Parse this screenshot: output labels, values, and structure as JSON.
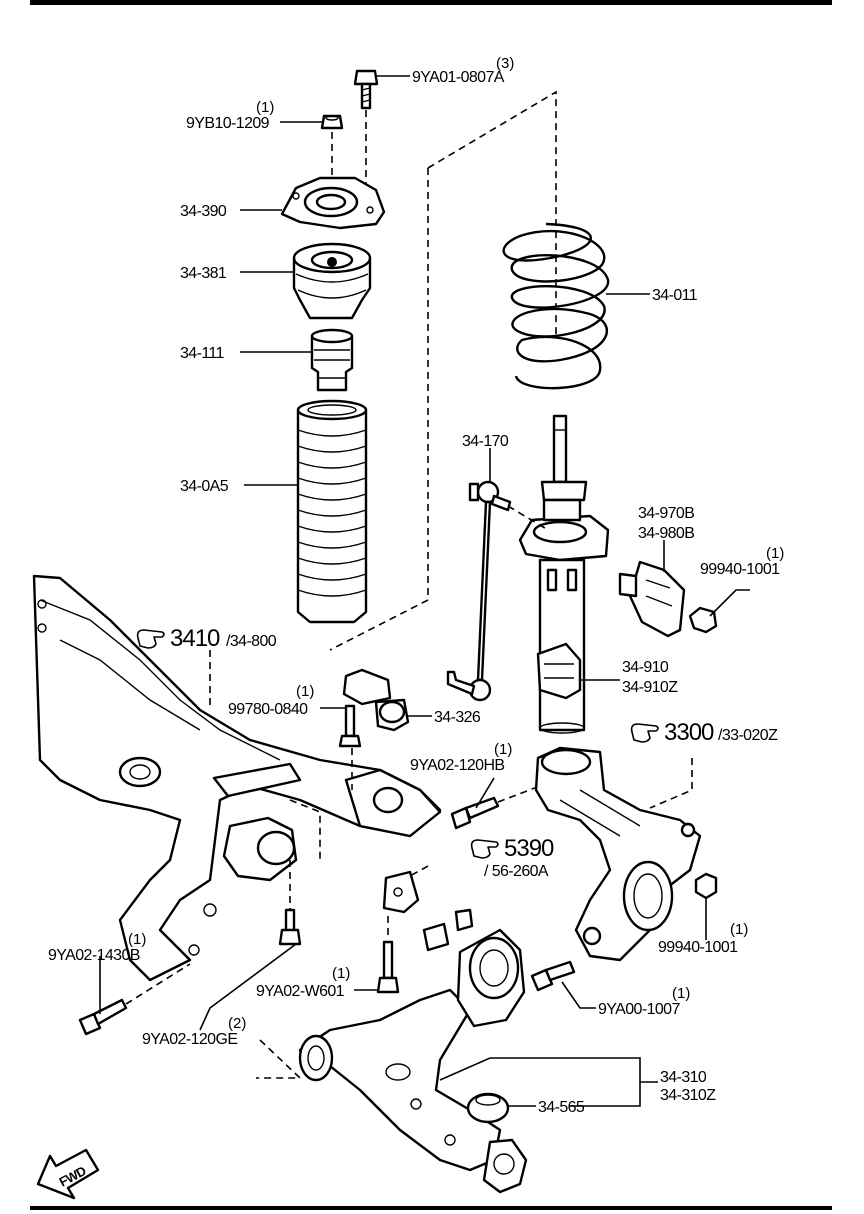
{
  "parts": {
    "p_9ya01_0807a": {
      "code": "9YA01-0807A",
      "qty": "(3)"
    },
    "p_9yb10_1209": {
      "code": "9YB10-1209",
      "qty": "(1)"
    },
    "p_34_390": {
      "code": "34-390"
    },
    "p_34_381": {
      "code": "34-381"
    },
    "p_34_111": {
      "code": "34-111"
    },
    "p_34_0a5": {
      "code": "34-0A5"
    },
    "p_34_011": {
      "code": "34-011"
    },
    "p_34_170": {
      "code": "34-170"
    },
    "p_34_970b": {
      "code": "34-970B"
    },
    "p_34_980b": {
      "code": "34-980B"
    },
    "p_99940_1001_top": {
      "code": "99940-1001",
      "qty": "(1)"
    },
    "p_34_910": {
      "code": "34-910"
    },
    "p_34_910z": {
      "code": "34-910Z"
    },
    "p_99780_0840": {
      "code": "99780-0840",
      "qty": "(1)"
    },
    "p_34_326": {
      "code": "34-326"
    },
    "p_9ya02_120hb": {
      "code": "9YA02-120HB",
      "qty": "(1)"
    },
    "p_9ya02_1430b": {
      "code": "9YA02-1430B",
      "qty": "(1)"
    },
    "p_9ya02_w601": {
      "code": "9YA02-W601",
      "qty": "(1)"
    },
    "p_9ya02_120ge": {
      "code": "9YA02-120GE",
      "qty": "(2)"
    },
    "p_99940_1001_bot": {
      "code": "99940-1001",
      "qty": "(1)"
    },
    "p_9ya00_1007": {
      "code": "9YA00-1007",
      "qty": "(1)"
    },
    "p_34_310": {
      "code": "34-310"
    },
    "p_34_310z": {
      "code": "34-310Z"
    },
    "p_34_565": {
      "code": "34-565"
    }
  },
  "refs": {
    "ref_3410": {
      "main": "3410",
      "sub": "/34-800"
    },
    "ref_3300": {
      "main": "3300",
      "sub": "/33-020Z"
    },
    "ref_5390": {
      "main": "5390",
      "sub": "/ 56-260A"
    }
  },
  "fwd": {
    "label": "FWD"
  },
  "icons": {
    "ref": "pointing-hand-icon",
    "fwd": "fwd-arrow-icon"
  }
}
